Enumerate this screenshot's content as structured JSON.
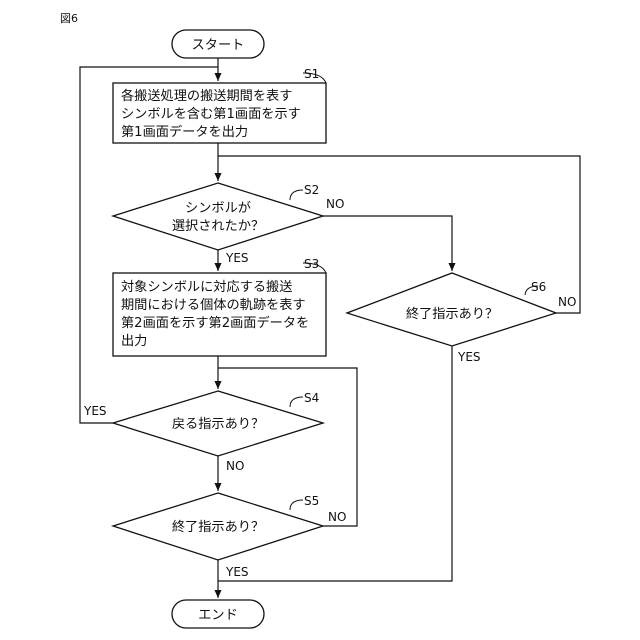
{
  "figure_label": "図6",
  "nodes": {
    "start": {
      "text": "スタート"
    },
    "s1": {
      "step": "S1",
      "lines": [
        "各搬送処理の搬送期間を表す",
        "シンボルを含む第1画面を示す",
        "第1画面データを出力"
      ]
    },
    "s2": {
      "step": "S2",
      "lines": [
        "シンボルが",
        "選択されたか？"
      ]
    },
    "s3": {
      "step": "S3",
      "lines": [
        "対象シンボルに対応する搬送",
        "期間における個体の軌跡を表す",
        "第2画面を示す第2画面データを",
        "出力"
      ]
    },
    "s4": {
      "step": "S4",
      "lines": [
        "戻る指示あり？"
      ]
    },
    "s5": {
      "step": "S5",
      "lines": [
        "終了指示あり？"
      ]
    },
    "s6": {
      "step": "S6",
      "lines": [
        "終了指示あり？"
      ]
    },
    "end": {
      "text": "エンド"
    }
  },
  "edge_labels": {
    "s2_yes": "YES",
    "s2_no": "NO",
    "s4_yes": "YES",
    "s4_no": "NO",
    "s5_yes": "YES",
    "s5_no": "NO",
    "s6_yes": "YES",
    "s6_no": "NO"
  }
}
